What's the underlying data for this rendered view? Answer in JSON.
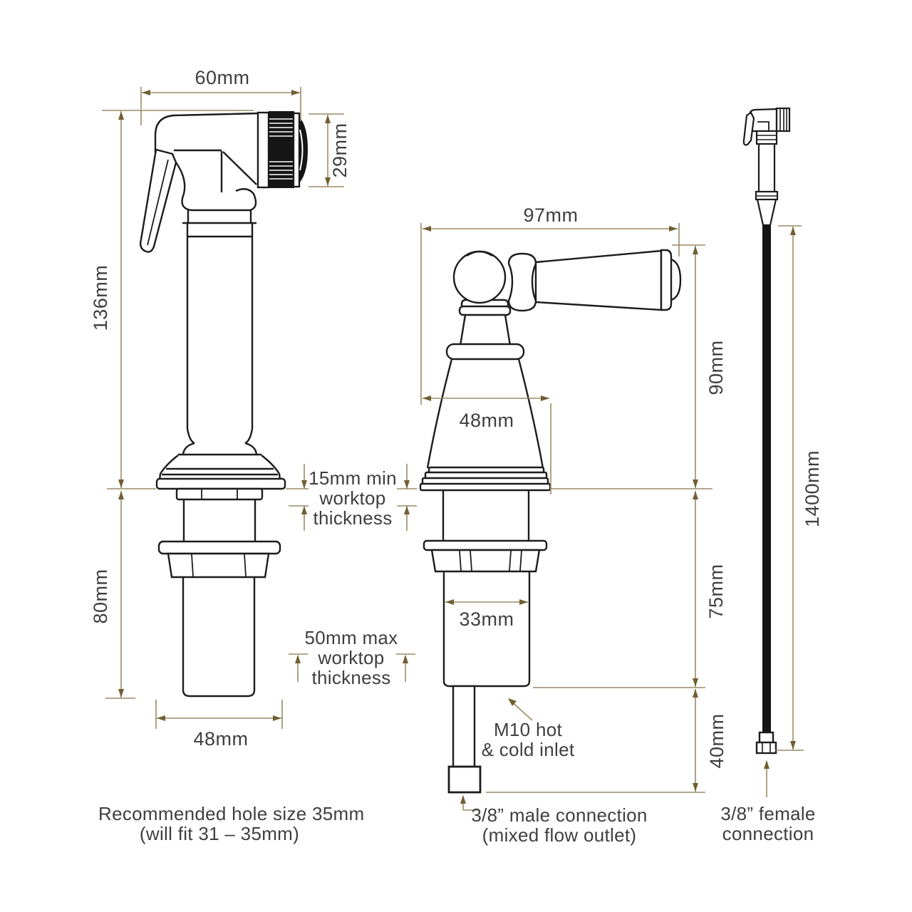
{
  "diagram_title": "Tap and spray rinser dimension drawing",
  "colors": {
    "outline": "#1c1c1c",
    "dimension_line": "#9a8c66",
    "dimension_arrow": "#6f5f33",
    "text": "#3f3f3f",
    "background": "#ffffff"
  },
  "handset": {
    "top_width": "60mm",
    "head_height": "29mm",
    "upper_height": "136mm",
    "lower_height": "80mm",
    "base_width": "48mm",
    "min_worktop": [
      "15mm min",
      "worktop",
      "thickness"
    ],
    "max_worktop": [
      "50mm max",
      "worktop",
      "thickness"
    ],
    "hole_note": [
      "Recommended hole size 35mm",
      "(will fit 31 – 35mm)"
    ]
  },
  "valve": {
    "handle_width": "97mm",
    "body_width": "48mm",
    "above_worktop_height": "90mm",
    "shank_width": "33mm",
    "below_worktop_height": "75mm",
    "outlet_height": "40mm",
    "inlet_note": [
      "M10 hot",
      "& cold inlet"
    ],
    "outlet_note": [
      "3/8” male connection",
      "(mixed flow outlet)"
    ]
  },
  "hose": {
    "length": "1400mm",
    "connection_note": [
      "3/8” female",
      "connection"
    ]
  }
}
